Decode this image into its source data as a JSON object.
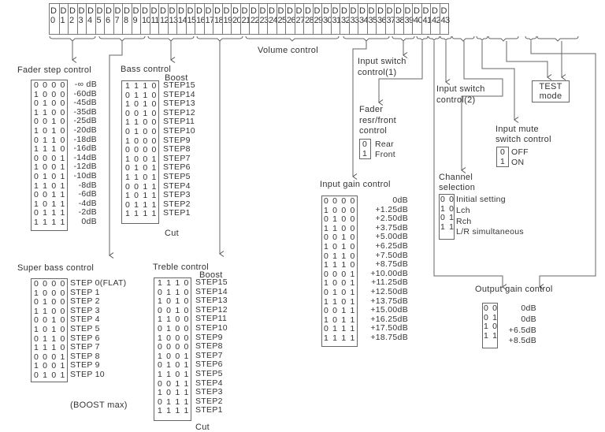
{
  "register": {
    "bits": [
      "0",
      "1",
      "2",
      "3",
      "4",
      "5",
      "6",
      "7",
      "8",
      "9",
      "10",
      "11",
      "12",
      "13",
      "14",
      "15",
      "16",
      "17",
      "18",
      "19",
      "20",
      "21",
      "22",
      "23",
      "24",
      "25",
      "26",
      "27",
      "28",
      "29",
      "30",
      "31",
      "32",
      "33",
      "34",
      "35",
      "36",
      "37",
      "38",
      "39",
      "40",
      "41",
      "42",
      "43"
    ],
    "prefix": "D"
  },
  "labels": {
    "volume": "Volume control",
    "input_switch_1": [
      "Input switch",
      "control(1)"
    ],
    "input_switch_2": [
      "Input switch",
      "control(2)"
    ],
    "test_mode": [
      "TEST",
      "mode"
    ],
    "fader_rear_front": [
      "Fader",
      "resr/front",
      "control"
    ],
    "input_mute": [
      "Input mute",
      "switch control"
    ],
    "channel_selection": [
      "Channel",
      "selection"
    ]
  },
  "fader_step": {
    "title": "Fader step control",
    "codes": [
      "0 0 0 0",
      "1 0 0 0",
      "0 1 0 0",
      "1 1 0 0",
      "0 0 1 0",
      "1 0 1 0",
      "0 1 1 0",
      "1 1 1 0",
      "0 0 0 1",
      "1 0 0 1",
      "0 1 0 1",
      "1 1 0 1",
      "0 0 1 1",
      "1 0 1 1",
      "0 1 1 1",
      "1 1 1 1"
    ],
    "values": [
      "-∞ dB",
      "-60dB",
      "-45dB",
      "-35dB",
      "-25dB",
      "-20dB",
      "-18dB",
      "-16dB",
      "-14dB",
      "-12dB",
      "-10dB",
      "-8dB",
      "-6dB",
      "-4dB",
      "-2dB",
      "0dB"
    ]
  },
  "bass": {
    "title": "Bass control",
    "top": "Boost",
    "bottom": "Cut",
    "codes": [
      "1 1 1 0",
      "0 1 1 0",
      "1 0 1 0",
      "0 0 1 0",
      "1 1 0 0",
      "0 1 0 0",
      "1 0 0 0",
      "0 0 0 0",
      "1 0 0 1",
      "0 1 0 1",
      "1 1 0 1",
      "0 0 1 1",
      "1 0 1 1",
      "0 1 1 1",
      "1 1 1 1"
    ],
    "values": [
      "STEP15",
      "STEP14",
      "STEP13",
      "STEP12",
      "STEP11",
      "STEP10",
      "STEP9",
      "STEP8",
      "STEP7",
      "STEP6",
      "STEP5",
      "STEP4",
      "STEP3",
      "STEP2",
      "STEP1"
    ]
  },
  "super_bass": {
    "title": "Super bass control",
    "codes": [
      "0 0 0 0",
      "1 0 0 0",
      "0 1 0 0",
      "1 1 0 0",
      "0 0 1 0",
      "1 0 1 0",
      "0 1 1 0",
      "1 1 1 0",
      "0 0 0 1",
      "1 0 0 1",
      "0 1 0 1"
    ],
    "values": [
      "STEP 0(FLAT)",
      "STEP 1",
      "STEP 2",
      "STEP 3",
      "STEP 4",
      "STEP 5",
      "STEP 6",
      "STEP 7",
      "STEP 8",
      "STEP 9",
      "STEP 10"
    ],
    "bottom": "(BOOST max)"
  },
  "treble": {
    "title": "Treble control",
    "top": "Boost",
    "bottom": "Cut",
    "codes": [
      "1 1 1 0",
      "0 1 1 0",
      "1 0 1 0",
      "0 0 1 0",
      "1 1 0 0",
      "0 1 0 0",
      "1 0 0 0",
      "0 0 0 0",
      "1 0 0 1",
      "0 1 0 1",
      "1 1 0 1",
      "0 0 1 1",
      "1 0 1 1",
      "0 1 1 1",
      "1 1 1 1"
    ],
    "values": [
      "STEP15",
      "STEP14",
      "STEP13",
      "STEP12",
      "STEP11",
      "STEP10",
      "STEP9",
      "STEP8",
      "STEP7",
      "STEP6",
      "STEP5",
      "STEP4",
      "STEP3",
      "STEP2",
      "STEP1"
    ]
  },
  "fader_rf": {
    "codes": [
      "0",
      "1"
    ],
    "values": [
      "Rear",
      "Front"
    ]
  },
  "input_gain": {
    "title": "Input gain control",
    "codes": [
      "0 0 0 0",
      "1 0 0 0",
      "0 1 0 0",
      "1 1 0 0",
      "0 0 1 0",
      "1 0 1 0",
      "0 1 1 0",
      "1 1 1 0",
      "0 0 0 1",
      "1 0 0 1",
      "0 1 0 1",
      "1 1 0 1",
      "0 0 1 1",
      "1 0 1 1",
      "0 1 1 1",
      "1 1 1 1"
    ],
    "values": [
      "0dB",
      "+1.25dB",
      "+2.50dB",
      "+3.75dB",
      "+5.00dB",
      "+6.25dB",
      "+7.50dB",
      "+8.75dB",
      "+10.00dB",
      "+11.25dB",
      "+12.50dB",
      "+13.75dB",
      "+15.00dB",
      "+16.25dB",
      "+17.50dB",
      "+18.75dB"
    ]
  },
  "input_mute": {
    "codes": [
      "0",
      "1"
    ],
    "values": [
      "OFF",
      "ON"
    ]
  },
  "channel": {
    "codes": [
      "0 0",
      "1 0",
      "0 1",
      "1 1"
    ],
    "values": [
      "Initial setting",
      "Lch",
      "Rch",
      "L/R simultaneous"
    ]
  },
  "output_gain": {
    "title": "Output gain control",
    "codes": [
      "0 0",
      "0 1",
      "1 0",
      "1 1"
    ],
    "values": [
      "0dB",
      "0dB",
      "+6.5dB",
      "+8.5dB"
    ]
  }
}
